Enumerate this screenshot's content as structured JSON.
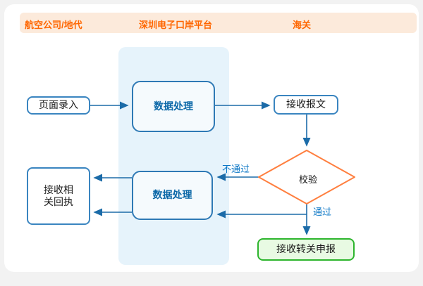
{
  "page": {
    "background_color": "#f2f2f2",
    "card_color": "#ffffff"
  },
  "header": {
    "background_color": "#fceadb",
    "text_color": "#ff6600",
    "columns": [
      {
        "label": "航空公司/地代"
      },
      {
        "label": "深圳电子口岸平台"
      },
      {
        "label": "海关"
      }
    ]
  },
  "flowchart": {
    "lane_band_color": "#e6f3fb",
    "connector_color": "#1b6ba8",
    "colors": {
      "node_border_blue": "#3a85c0",
      "process_text_blue": "#0c68a8",
      "diamond_border_orange": "#ff7f3f",
      "green_border": "#2db52d",
      "green_fill": "#e8fae3",
      "edge_label_blue": "#0c77c6"
    },
    "nodes": {
      "page_entry": {
        "label": "页面录入"
      },
      "data_process_1": {
        "label": "数据处理"
      },
      "receive_message": {
        "label": "接收报文"
      },
      "validate": {
        "label": "校验"
      },
      "receive_receipt": {
        "label": "接收相关回执"
      },
      "data_process_2": {
        "label": "数据处理"
      },
      "receive_transfer": {
        "label": "接收转关申报"
      }
    },
    "edge_labels": {
      "fail": "不通过",
      "pass": "通过"
    }
  }
}
